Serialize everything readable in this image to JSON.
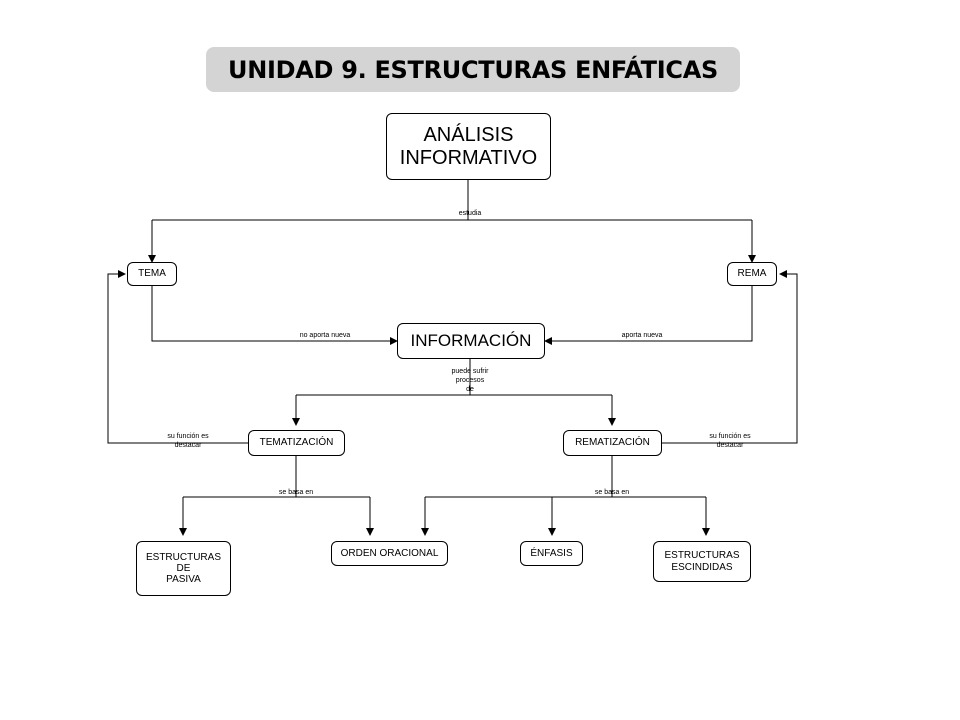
{
  "title": "UNIDAD 9. ESTRUCTURAS ENFÁTICAS",
  "nodes": {
    "analisis": "ANÁLISIS\nINFORMATIVO",
    "tema": "TEMA",
    "rema": "REMA",
    "informacion": "INFORMACIÓN",
    "tematizacion": "TEMATIZACIÓN",
    "rematizacion": "REMATIZACIÓN",
    "pasiva": "ESTRUCTURAS\nDE\nPASIVA",
    "orden": "ORDEN ORACIONAL",
    "enfasis": "ÉNFASIS",
    "escindidas": "ESTRUCTURAS\nESCINDIDAS"
  },
  "links": {
    "estudia": "estudia",
    "no_aporta": "no aporta nueva",
    "aporta": "aporta nueva",
    "procesos": "puede sufrir\nprocesos\nde",
    "funcion_left": "su función es\ndestacar",
    "funcion_right": "su función es\ndestacar",
    "base_left": "se basa en",
    "base_right": "se basa en"
  }
}
